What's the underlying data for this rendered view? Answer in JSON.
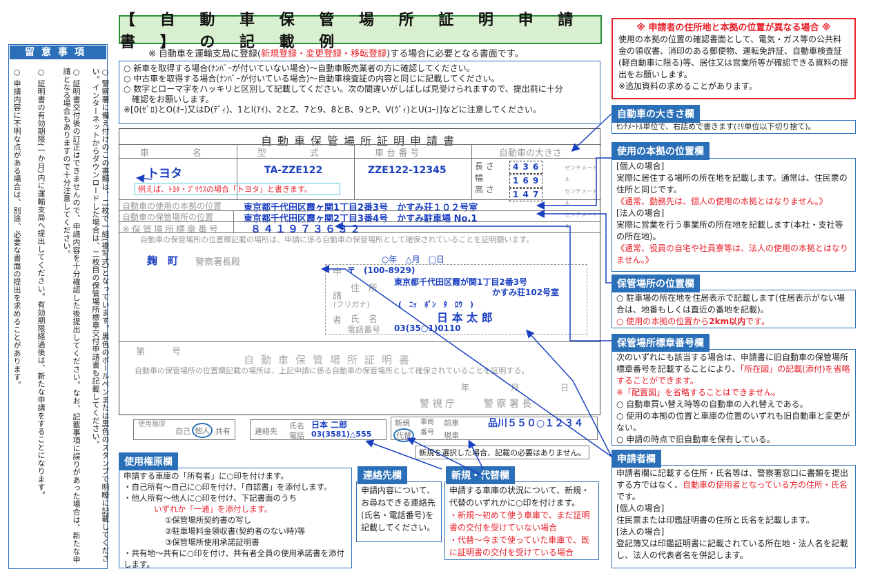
{
  "title": "【 自 動 車 保 管 場 所 証 明 申 請 書 】 の 記 載 例",
  "subtitle_pre": "※ 自動車を運輸支局に登録(",
  "subtitle_red": "新規登録・変更登録・移転登録",
  "subtitle_post": ")する場合に必要となる書面です。",
  "notes": [
    "○ 新車を取得する場合(ﾅﾝﾊﾞｰが付いていない場合)～自動車販売業者の方に確認してください。",
    "○ 中古車を取得する場合(ﾅﾝﾊﾞｰが付いている場合)～自動車検査証の内容と同じに記載してください。",
    "○ 数字とローマ字をハッキリと区別して記載してください。次の間違いがしばしば見受けられますので、提出前に十分",
    "　確認をお願いします。",
    "※[0(ｾﾞﾛ)とO(ｵｰ)又はD(ﾃﾞｨ)、1とl(ｱｲ)、2とZ、7と9、8とB、9とP、V(ｳﾞｨ)とU(ﾕｰ)]などに注意してください。"
  ],
  "left_panel": {
    "header": "留意事項",
    "columns": [
      "○ 警察署に備え付けのこの書類は、二枚で一組(複写式)となっています。黒色のボールペンまたは黒色のスタンプで明瞭に記載してください。インターネットからダウンロードした場合は、二枚目の保管場所標章交付申請書も記載してください。",
      "○ 証明書交付後の訂正はできませんので、申請内容を十分確認した後提出してください。なお、記載事項に誤りがあった場合は、新たな申請となる場合もありますので十分注意してください。",
      "○ 証明書の有効期限(一か月)内に運輸支局へ提出してください。有効期限経過後は、新たな申請をすることになります。",
      "○ 申請内容に不明な点がある場合は、別途、必要な書面の提出を求めることがあります。"
    ]
  },
  "form": {
    "heading": "自動車保管場所証明申請書",
    "col_headers": [
      "車　　　名",
      "型　　　式",
      "車 台 番 号",
      "自動車の大きさ"
    ],
    "car_name": "トヨタ",
    "car_name_note": "例えば、ﾄﾖﾀ・ﾌﾟﾘｳｽの場合「トヨタ」と書きます。",
    "model": "TA-ZZE122",
    "chassis": "ZZE122-12345",
    "size_labels": [
      "長 さ",
      "幅",
      "高 さ"
    ],
    "size_values": [
      "4 3 6",
      "1 6 9",
      "1 4 7"
    ],
    "size_unit": "センチメートル",
    "base_label": "自動車の使用の本拠の位置",
    "base_value": "東京都千代田区霞ヶ関1丁目2番3号　かすみ荘１０２号室",
    "storage_label": "自動車の保管場所の位置",
    "storage_value": "東京都千代田区霞ヶ関2丁目3番4号　かすみ駐車場 No.1",
    "mark_label": "※保管場所標章番号",
    "mark_value": "８４１９７３６３２",
    "request_text": "自動車の保管場所の位置欄記載の場所は、申請に係る自動車の保管場所として確保されていることを証明願います。",
    "police": "麹　町",
    "police_suffix": "警察署長殿",
    "date_text": "○年　△月　□日",
    "applicant_side": "申請者",
    "postal": "〒　(100-8929)",
    "addr_label": "住　所",
    "addr1": "東京都千代田区霞が関1丁目2番3号",
    "addr2": "かすみ荘102号室",
    "furi_label": "(フリガナ)",
    "furi_value": "(　ﾆｯ　ﾎﾟﾝ　ﾀ　ﾛｳ　)",
    "name_label": "氏　名",
    "name_value": "日 本 太 郎",
    "tel_label": "電話番号",
    "tel_value": "03(35○1)0110",
    "cert_no": "第　　　号",
    "cert_heading": "自動車保管場所証明書",
    "cert_text": "自動車の保管場所の位置欄記載の場所は、上記申請に係る自動車の保管場所として確保されていることを証明する。",
    "cert_date": "年　　月　　日",
    "cert_issuer": "警 視 庁　　　警 察 署 長"
  },
  "strip": {
    "right_label": "使用権原",
    "opt1": "自己",
    "opt2": "他人",
    "opt3": "共有",
    "contact_label": "連絡先",
    "contact_name_label": "氏名",
    "contact_name": "日本 二郎",
    "contact_tel_label": "電話",
    "contact_tel": "03(3581)△555",
    "new_label": "新規",
    "alt_label": "代替",
    "vehicle_no_label": "車両番号",
    "prev": "前車",
    "curr": "現車",
    "plate": "品川５５０○１２３４",
    "note": "新規を選択した場合、記載の必要はありません。"
  },
  "boxes": {
    "red_title": "※ 申請者の住所地と本拠の位置が異なる場合 ※",
    "red_body": "使用の本拠の位置の確認書面として、電気・ガス等の公共料金の領収書、消印のある郵便物、運転免許証、自動車検査証(軽自動車に限る)等、居住又は営業所等が確認できる資料の提出をお願いします。",
    "red_note": "※追加資料の求めることがあります。",
    "size_hd": "自動車の大きさ欄",
    "size_body": "ｾﾝﾁﾒｰﾄﾙ単位で、右詰めで書きます(ﾐﾘ単位以下切り捨て)。",
    "base_hd": "使用の本拠の位置欄",
    "base_p1": "[個人の場合]",
    "base_p2": "実際に居住する場所の所在地を記載します。通常は、住民票の住所と同じです。",
    "base_p3": "《通常、勤務先は、個人の使用の本拠とはなりません。》",
    "base_p4": "[法人の場合]",
    "base_p5": "実際に営業を行う事業所の所在地を記載します(本社・支社等の所在地)。",
    "base_p6": "《通常、役員の自宅や社員寮等は、法人の使用の本拠とはなりません。》",
    "store_hd": "保管場所の位置欄",
    "store_p1": "○ 駐車場の所在地を住居表示で記載します(住居表示がない場合は、地番もしくは直近の番地を記載)。",
    "store_p2": "○ 使用の本拠の位置から",
    "store_p2b": "2km以内",
    "store_p2c": "です。",
    "mark_hd": "保管場所標章番号欄",
    "mark_p1": "次のいずれにも該当する場合は、申請書に旧自動車の保管場所標章番号を記載することにより、",
    "mark_p1r": "「所在図」の記載(添付)を省略することができます。",
    "mark_p2": "※「配置図」を省略することはできません。",
    "mark_p3": "○ 自動車買い替え時等の自動車の入れ替えである。",
    "mark_p4": "○ 使用の本拠の位置と車庫の位置のいずれも旧自動車と変更がない。",
    "mark_p5": "○ 申請の時点で旧自動車を保有している。",
    "appl_hd": "申請者欄",
    "appl_p1": "申請者欄に記載する住所・氏名等は、警察署窓口に書類を提出する方ではなく、",
    "appl_p1r": "自動車の使用者となっている方の住所・氏名",
    "appl_p1c": "です。",
    "appl_p2": "[個人の場合]",
    "appl_p3": "住民票または印鑑証明書の住所と氏名を記載します。",
    "appl_p4": "[法人の場合]",
    "appl_p5": "登記簿又は印鑑証明書に記載されている所在地・法人名を記載し、法人の代表者名を併記します。",
    "right_hd": "使用権原欄",
    "right_p1": "申請する車庫の「所有者」に○印を付けます。",
    "right_p2": "・自己所有～自己に○印を付け、「自認書」を添付します。",
    "right_p3": "・他人所有～他人に○印を付け、下記書面のうち",
    "right_p4": "いずれか「一通」を添付します。",
    "right_p5": "①保管場所契約書の写し",
    "right_p6": "②駐車場料金領収書(契約者のない時)等",
    "right_p7": "③保管場所使用承諾証明書",
    "right_p8": "・共有地～共有に○印を付け、共有者全員の使用承諾書を添付します。",
    "contact_hd": "連絡先欄",
    "contact_body": "申請内容について、お尋ねできる連絡先(氏名・電話番号)を記載してください。",
    "newalt_hd": "新規・代替欄",
    "newalt_p1": "申請する車庫の状況について、新規・代替のいずれかに○印を付けます。",
    "newalt_p2": "・新規～初めて使う車庫で、まだ証明書の交付を受けていない場合",
    "newalt_p3": "・代替～今まで使っていた車庫で、既に証明書の交付を受けている場合"
  }
}
